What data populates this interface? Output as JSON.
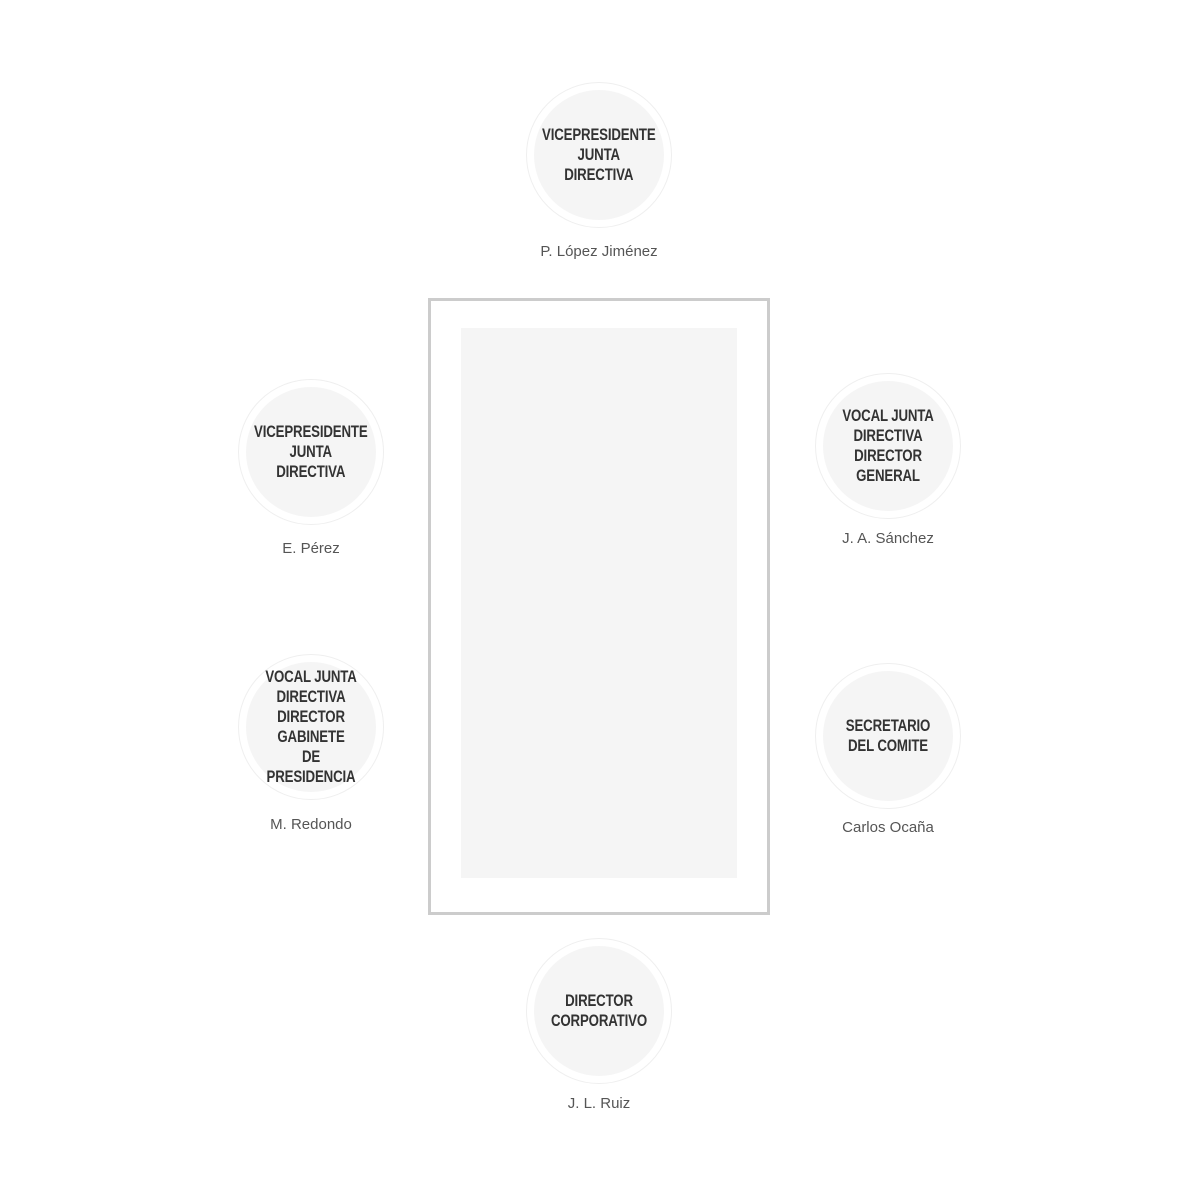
{
  "seats": [
    {
      "role": "VICEPRESIDENTE\nJUNTA DIRECTIVA",
      "name": "P. López Jiménez"
    },
    {
      "role": "VICEPRESIDENTE\nJUNTA DIRECTIVA",
      "name": "E. Pérez"
    },
    {
      "role": "VOCAL JUNTA\nDIRECTIVA\nDIRECTOR GENERAL",
      "name": "J. A. Sánchez"
    },
    {
      "role": "VOCAL JUNTA\nDIRECTIVA\nDIRECTOR GABINETE\nDE PRESIDENCIA",
      "name": "M. Redondo"
    },
    {
      "role": "SECRETARIO\nDEL COMITE",
      "name": "Carlos Ocaña"
    },
    {
      "role": "DIRECTOR\nCORPORATIVO",
      "name": "J. L. Ruiz"
    }
  ]
}
